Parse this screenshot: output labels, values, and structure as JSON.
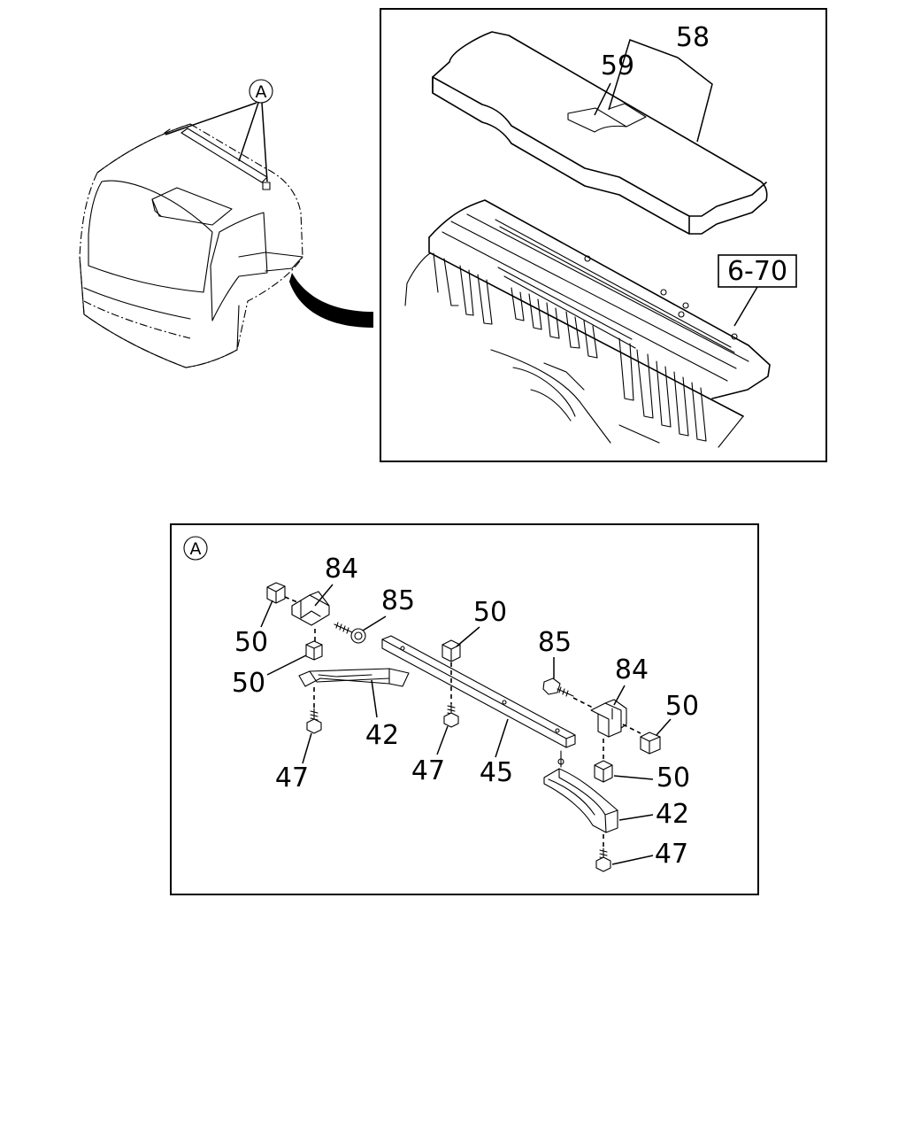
{
  "diagram": {
    "callout_a": "A",
    "detail_a_tag": "A",
    "top_panel_labels": {
      "cover": "58",
      "insert": "59",
      "reference": "6-70"
    },
    "detail_labels": {
      "clip_upper_left": "50",
      "bracket_left": "84",
      "screw_left": "85",
      "clip_left_lower": "50",
      "support_left": "42",
      "tapping_screw_left": "47",
      "clip_center": "50",
      "tapping_screw_center": "47",
      "rail": "45",
      "screw_right": "85",
      "bracket_right": "84",
      "clip_right_upper": "50",
      "clip_right_lower": "50",
      "support_right": "42",
      "tapping_screw_right": "47"
    }
  }
}
